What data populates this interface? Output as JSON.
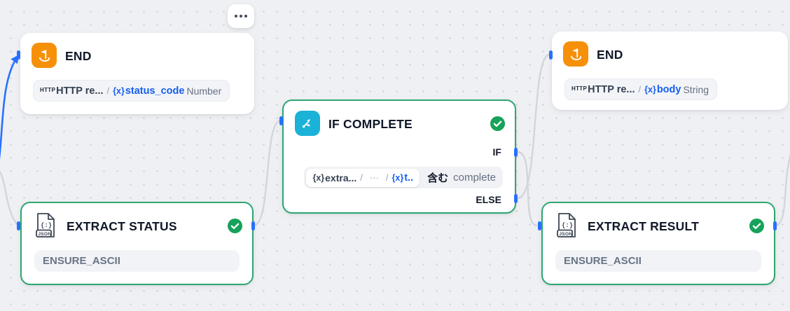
{
  "colors": {
    "canvas_bg": "#EEF0F3",
    "grid_dot": "#D5D8DD",
    "edge_gray": "#D2D6DC",
    "edge_active_blue": "#2970FF",
    "handle_blue": "#2970FF",
    "selected_border_green": "#2DA771",
    "success_green": "#16A25A",
    "end_icon_orange": "#F79009",
    "if_icon_cyan": "#1BB2D8",
    "variable_blue": "#155EEF",
    "title_dark": "#101828",
    "muted_gray": "#676F83"
  },
  "nodes": {
    "end_left": {
      "title": "END",
      "output": {
        "source_badge": "HTTP",
        "source_name": "HTTP re...",
        "separator": "/",
        "var_token": "{x}",
        "var_name": "status_code",
        "var_type": "Number"
      }
    },
    "end_right": {
      "title": "END",
      "output": {
        "source_badge": "HTTP",
        "source_name": "HTTP re...",
        "separator": "/",
        "var_token": "{x}",
        "var_name": "body",
        "var_type": "String"
      }
    },
    "if_complete": {
      "title": "IF COMPLETE",
      "branch_if": "IF",
      "branch_else": "ELSE",
      "condition": {
        "var1_token": "{x}",
        "var1_name": "extra...",
        "sep1": "/",
        "ellipsis": "···",
        "sep2": "/",
        "var2_token": "{x}",
        "var2_name": "t..",
        "operator": "含む",
        "value": "complete"
      }
    },
    "extract_status": {
      "title": "EXTRACT STATUS",
      "param": "ENSURE_ASCII",
      "icon_glyph": "{:}",
      "icon_label": "JSON"
    },
    "extract_result": {
      "title": "EXTRACT RESULT",
      "param": "ENSURE_ASCII",
      "icon_glyph": "{:}",
      "icon_label": "JSON"
    }
  }
}
